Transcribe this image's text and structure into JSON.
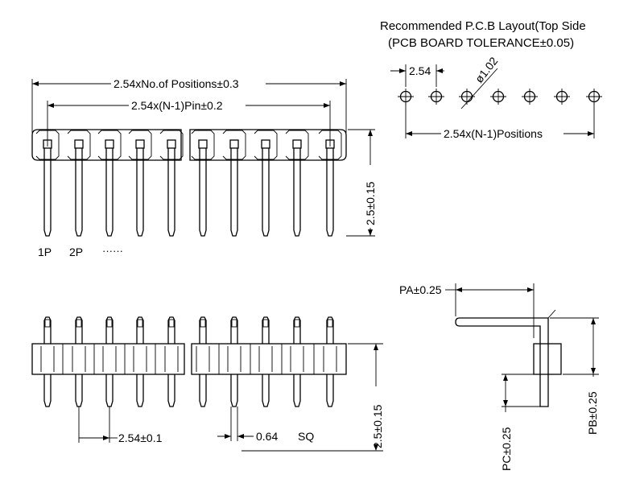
{
  "pcb_layout": {
    "title": "Recommended P.C.B Layout(Top Side",
    "tolerance": "(PCB BOARD TOLERANCE±0.05)",
    "pitch_label": "2.54",
    "hole_label": "ø1.02",
    "span_label": "2.54x(N-1)Positions",
    "hole_count": 7
  },
  "front_view": {
    "overall_label": "2.54xNo.of  Positions±0.3",
    "pin_span_label": "2.54x(N-1)Pin±0.2",
    "height_label": "2.5±0.15",
    "pin_labels": [
      "1P",
      "2P",
      "······"
    ],
    "pin_count": 10
  },
  "side_view": {
    "pitch_label": "2.54±0.1",
    "pin_size_label": "0.64",
    "pin_size_unit": "SQ",
    "height_label": "2.5±0.15"
  },
  "profile_view": {
    "pa_label": "PA±0.25",
    "pb_label": "PB±0.25",
    "pc_label": "PC±0.25"
  }
}
